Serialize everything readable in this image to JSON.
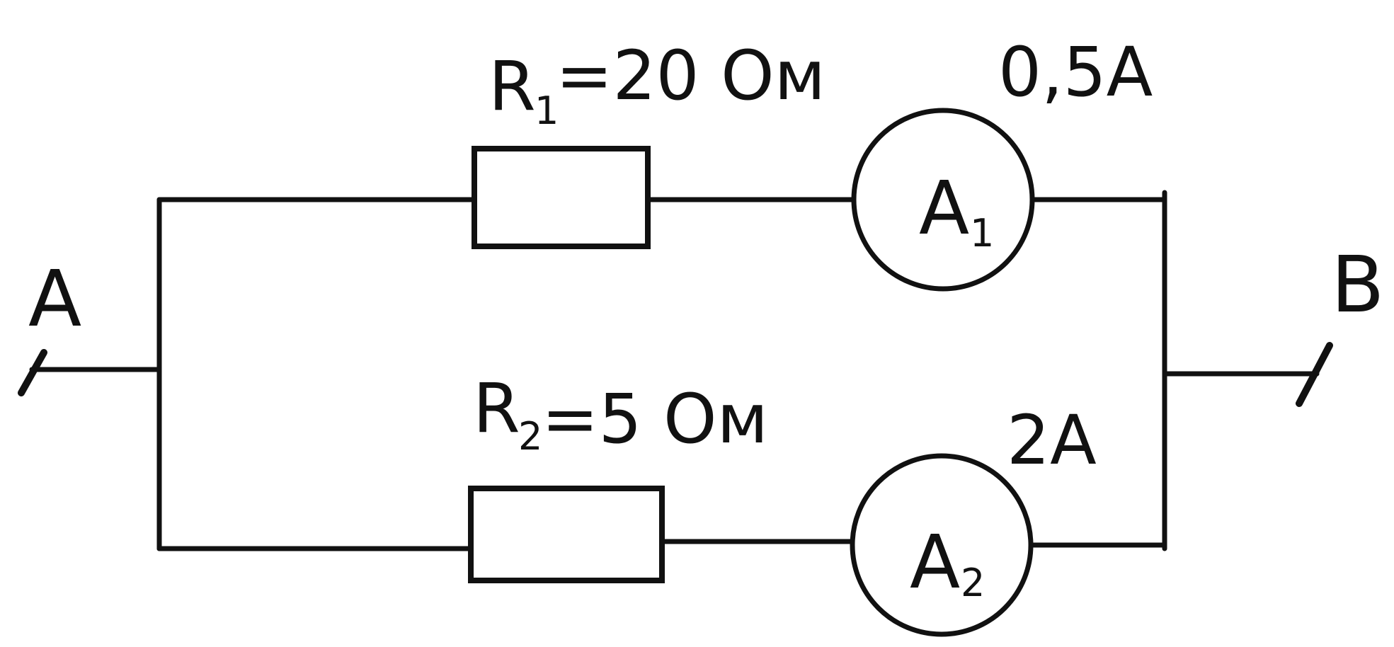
{
  "terminals": {
    "a": "A",
    "b": "B"
  },
  "branch1": {
    "resistor_label": "R",
    "resistor_sub": "1",
    "resistor_value": "=20 Ом",
    "ammeter_label": "A",
    "ammeter_sub": "1",
    "current": "0,5A"
  },
  "branch2": {
    "resistor_label": "R",
    "resistor_sub": "2",
    "resistor_value": "=5 Ом",
    "ammeter_label": "A",
    "ammeter_sub": "2",
    "current": "2A"
  },
  "colors": {
    "ink": "#111111",
    "paper": "#ffffff"
  }
}
